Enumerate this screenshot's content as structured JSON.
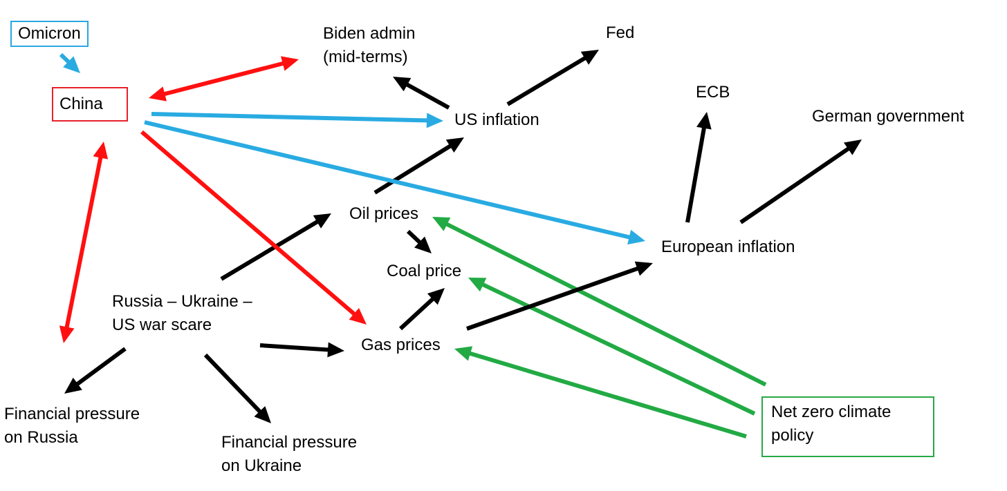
{
  "colors": {
    "red": "#ff1010",
    "blue": "#29abe2",
    "black": "#000000",
    "green": "#22aa44",
    "omicron_border": "#2aa6e0",
    "china_border": "#e8202a",
    "netzero_border": "#27a844"
  },
  "nodes": {
    "omicron": {
      "lines": [
        "Omicron"
      ]
    },
    "china": {
      "lines": [
        "China"
      ]
    },
    "biden": {
      "lines": [
        "Biden admin",
        "(mid-terms)"
      ]
    },
    "fed": {
      "lines": [
        "Fed"
      ]
    },
    "ecb": {
      "lines": [
        "ECB"
      ]
    },
    "german": {
      "lines": [
        "German government"
      ]
    },
    "us_inflation": {
      "lines": [
        "US inflation"
      ]
    },
    "oil": {
      "lines": [
        "Oil prices"
      ]
    },
    "coal": {
      "lines": [
        "Coal price"
      ]
    },
    "european": {
      "lines": [
        "European inflation"
      ]
    },
    "russia": {
      "lines": [
        "Russia – Ukraine –",
        "US war scare"
      ]
    },
    "gas": {
      "lines": [
        "Gas prices"
      ]
    },
    "fin_russia": {
      "lines": [
        "Financial pressure",
        "on Russia"
      ]
    },
    "fin_ukraine": {
      "lines": [
        "Financial pressure",
        "on Ukraine"
      ]
    },
    "netzero": {
      "lines": [
        "Net zero climate",
        "policy"
      ]
    }
  },
  "edges": [
    {
      "from": "omicron",
      "to": "china",
      "color": "blue",
      "bidirectional": false
    },
    {
      "from": "china",
      "to": "biden",
      "color": "red",
      "bidirectional": true
    },
    {
      "from": "china",
      "to": "us_inflation",
      "color": "blue",
      "bidirectional": false
    },
    {
      "from": "china",
      "to": "european",
      "color": "blue",
      "bidirectional": false
    },
    {
      "from": "china",
      "to": "gas",
      "color": "red",
      "bidirectional": false
    },
    {
      "from": "china",
      "to": "fin_russia",
      "color": "red",
      "bidirectional": true
    },
    {
      "from": "us_inflation",
      "to": "biden",
      "color": "black",
      "bidirectional": false
    },
    {
      "from": "us_inflation",
      "to": "fed",
      "color": "black",
      "bidirectional": false
    },
    {
      "from": "oil",
      "to": "us_inflation",
      "color": "black",
      "bidirectional": false
    },
    {
      "from": "russia",
      "to": "oil",
      "color": "black",
      "bidirectional": false
    },
    {
      "from": "oil",
      "to": "coal",
      "color": "black",
      "bidirectional": false
    },
    {
      "from": "gas",
      "to": "coal",
      "color": "black",
      "bidirectional": false
    },
    {
      "from": "gas",
      "to": "european",
      "color": "black",
      "bidirectional": false
    },
    {
      "from": "european",
      "to": "ecb",
      "color": "black",
      "bidirectional": false
    },
    {
      "from": "european",
      "to": "german",
      "color": "black",
      "bidirectional": false
    },
    {
      "from": "russia",
      "to": "gas",
      "color": "black",
      "bidirectional": false
    },
    {
      "from": "russia",
      "to": "fin_russia",
      "color": "black",
      "bidirectional": false
    },
    {
      "from": "russia",
      "to": "fin_ukraine",
      "color": "black",
      "bidirectional": false
    },
    {
      "from": "netzero",
      "to": "oil",
      "color": "green",
      "bidirectional": false
    },
    {
      "from": "netzero",
      "to": "coal",
      "color": "green",
      "bidirectional": false
    },
    {
      "from": "netzero",
      "to": "gas",
      "color": "green",
      "bidirectional": false
    }
  ]
}
